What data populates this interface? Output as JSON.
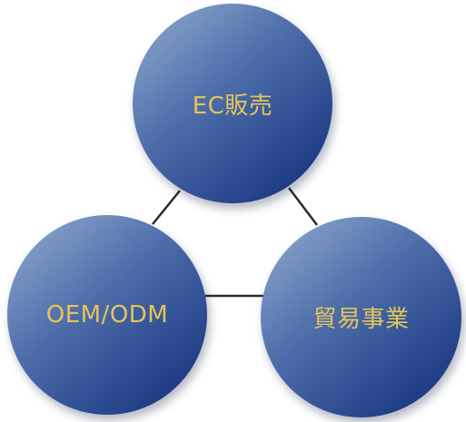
{
  "colors": {
    "circle_light": "#93aed0",
    "circle_mid": "#4a6aa8",
    "circle_dark": "#0f2c78",
    "label": "#e3c55a",
    "connector": "#2b2b2b"
  },
  "nodes": {
    "top": {
      "label": "EC販売"
    },
    "left": {
      "label": "OEM/ODM"
    },
    "right": {
      "label": "貿易事業"
    }
  }
}
